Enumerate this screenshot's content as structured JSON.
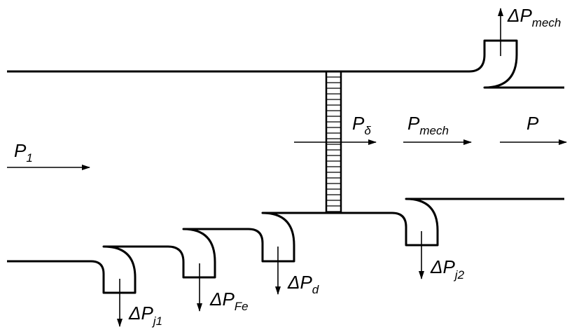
{
  "labels": {
    "p1_main": "P",
    "p1_sub": "1",
    "pdelta_main": "P",
    "pdelta_sub": "δ",
    "pmech_main": "P",
    "pmech_sub": "mech",
    "p_main": "P",
    "dp_mech_main": "ΔP",
    "dp_mech_sub": "mech",
    "dp_j1_main": "ΔP",
    "dp_j1_sub": "j1",
    "dp_fe_main": "ΔP",
    "dp_fe_sub": "Fe",
    "dp_d_main": "ΔP",
    "dp_d_sub": "d",
    "dp_j2_main": "ΔP",
    "dp_j2_sub": "j2"
  },
  "colors": {
    "stroke": "#000000",
    "background": "#ffffff"
  }
}
